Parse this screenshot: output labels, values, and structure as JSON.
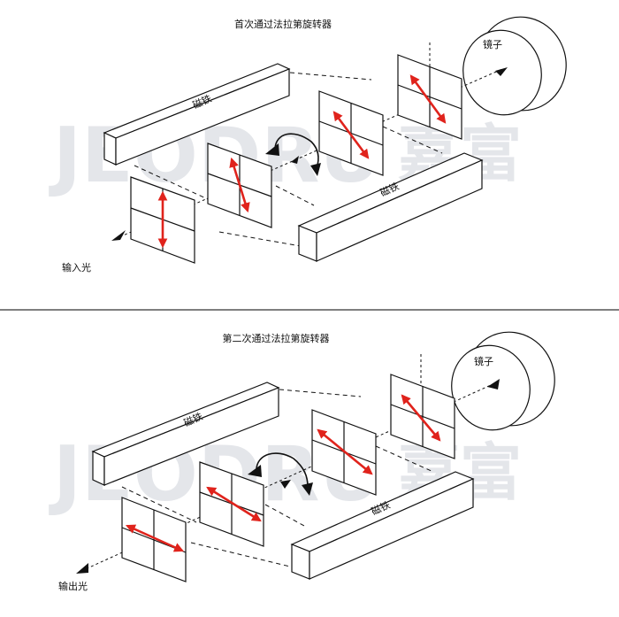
{
  "panels": [
    {
      "title": "首次通过法拉第旋转器",
      "mirror_label": "镜子",
      "magnet_top_label": "磁铁",
      "magnet_bottom_label": "磁铁",
      "light_label": "输入光",
      "watermark_latin": "JEODRU",
      "watermark_cn": "嘉富"
    },
    {
      "title": "第二次通过法拉第旋转器",
      "mirror_label": "镜子",
      "magnet_top_label": "磁铁",
      "magnet_bottom_label": "磁铁",
      "light_label": "输出光",
      "watermark_latin": "JEODRU",
      "watermark_cn": "嘉富"
    }
  ],
  "colors": {
    "polarization_arrow": "#e0231c",
    "line": "#111111",
    "divider": "#333333",
    "watermark": "#e4e6ea"
  }
}
